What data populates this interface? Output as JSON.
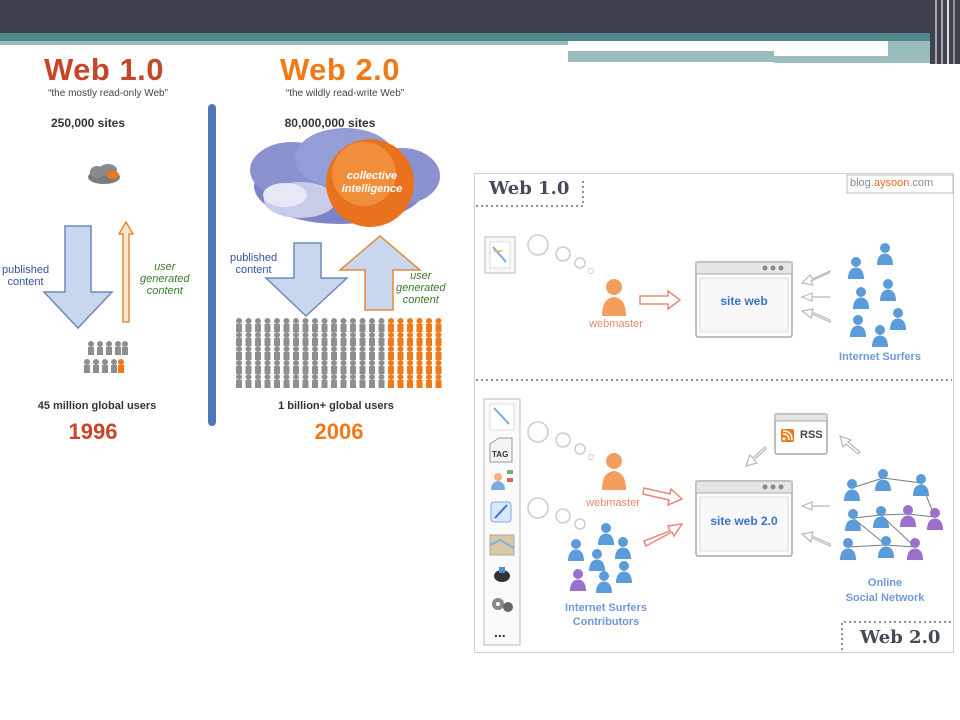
{
  "left": {
    "web1": {
      "title": "Web 1.0",
      "subtitle": "“the mostly read-only Web”",
      "sites": "250,000 sites",
      "published": [
        "published",
        "content"
      ],
      "user_generated": [
        "user",
        "generated",
        "content"
      ],
      "users": "45 million global users",
      "year": "1996"
    },
    "web2": {
      "title": "Web 2.0",
      "subtitle": "“the wildly read-write Web”",
      "sites": "80,000,000 sites",
      "cloud_label": [
        "collective",
        "intelligence"
      ],
      "published": [
        "published",
        "content"
      ],
      "user_generated": [
        "user",
        "generated",
        "content"
      ],
      "users": "1 billion+ global users",
      "year": "2006"
    }
  },
  "right": {
    "top_title": "Web 1.0",
    "bottom_title": "Web 2.0",
    "credit_prefix": "blog.",
    "credit_highlight": "aysoon",
    "credit_suffix": ".com",
    "web1_webmaster": "webmaster",
    "web1_site": "site web",
    "web1_surfers": "Internet Surfers",
    "web2_webmaster": "webmaster",
    "web2_site": "site web 2.0",
    "rss": "RSS",
    "contributors": [
      "Internet Surfers",
      "Contributors"
    ],
    "social": [
      "Online",
      "Social Network"
    ],
    "tag": "TAG",
    "ellipsis": "..."
  },
  "colors": {
    "web1_red": "#c8452a",
    "web2_orange": "#f07a1a",
    "blue_text": "#5f87c5",
    "orange_person": "#f39e5e",
    "blue_person": "#5b9bd9",
    "purple_person": "#9c6fcc"
  }
}
